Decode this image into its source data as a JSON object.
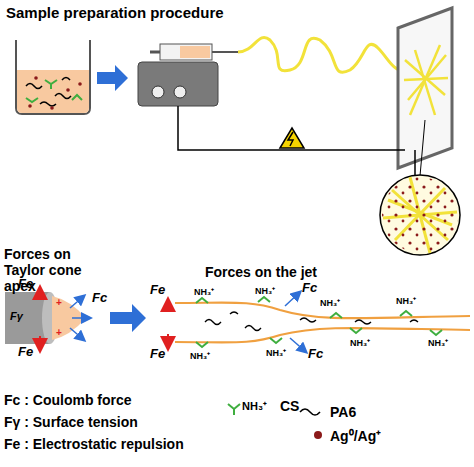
{
  "diagram": {
    "title": "Sample preparation procedure",
    "labels": [
      "Forces on Taylor cone apex",
      "Forces on the jet",
      "Fe",
      "Fγ",
      "Fc",
      "Fe",
      "Fe",
      "Fe",
      "Fc",
      "Fc",
      "NH₃⁺",
      "NH₃⁺",
      "NH₃⁺",
      "NH₃⁺",
      "NH₃⁺",
      "NH₃⁺",
      "NH₃⁺",
      "NH₃⁺",
      "Fc : Coulomb force",
      "Fγ : Surface tension",
      "Fe : Electrostatic repulsion",
      "NH₃⁺"
    ],
    "legend": [
      {
        "text": "CS"
      },
      {
        "text": "PA6"
      },
      {
        "text": "Ag⁰/Ag⁺",
        "color": "#8b1a1a"
      }
    ]
  }
}
